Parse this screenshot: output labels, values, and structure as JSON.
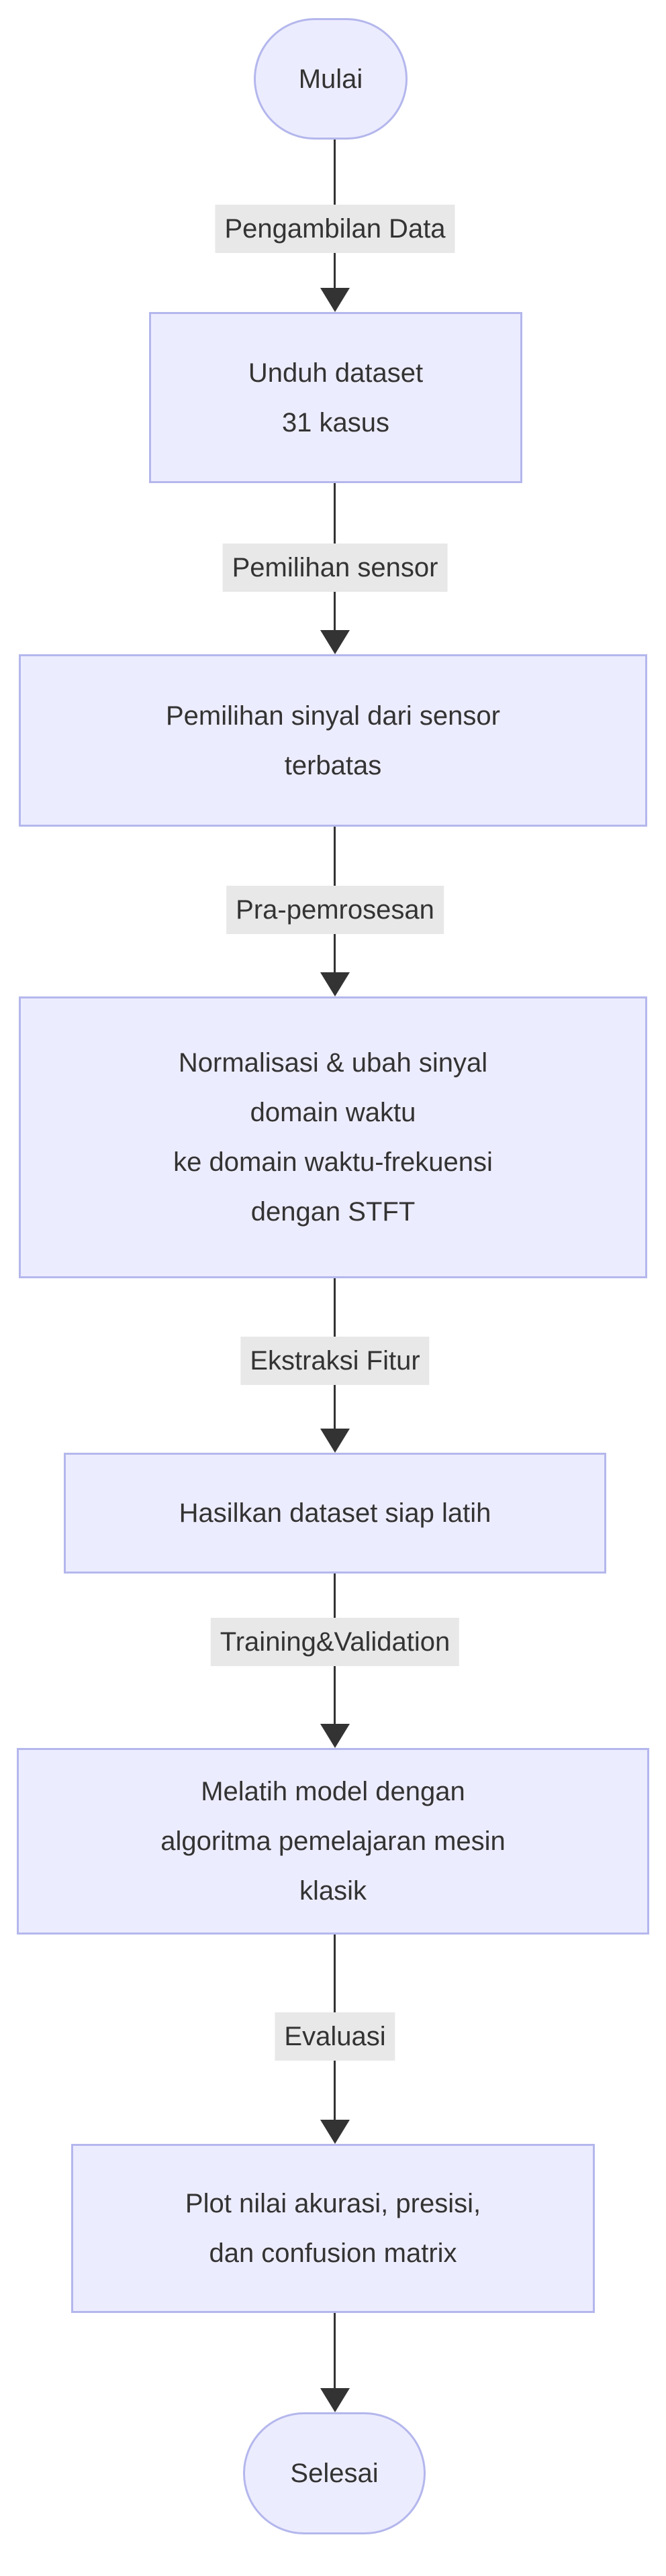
{
  "flow": {
    "start_node": {
      "label": "Mulai"
    },
    "end_node": {
      "label": "Selesai"
    },
    "steps": [
      {
        "edge_label": "Pengambilan Data",
        "box_label": "Unduh dataset\n31 kasus"
      },
      {
        "edge_label": "Pemilihan sensor",
        "box_label": "Pemilihan sinyal dari sensor\nterbatas"
      },
      {
        "edge_label": "Pra-pemrosesan",
        "box_label": "Normalisasi & ubah sinyal\ndomain waktu\nke domain waktu-frekuensi\ndengan STFT"
      },
      {
        "edge_label": "Ekstraksi Fitur",
        "box_label": "Hasilkan dataset siap latih"
      },
      {
        "edge_label": "Training&Validation",
        "box_label": "Melatih model dengan\nalgoritma pemelajaran mesin\nklasik"
      },
      {
        "edge_label": "Evaluasi",
        "box_label": "Plot nilai akurasi, presisi,\ndan confusion matrix"
      }
    ],
    "colors": {
      "node_fill": "#ECECFF",
      "node_border": "#b4b7ec",
      "edge_line": "#333333",
      "edge_label_background": "#e8e8e8",
      "text": "#333333",
      "background": "#ffffff"
    }
  }
}
